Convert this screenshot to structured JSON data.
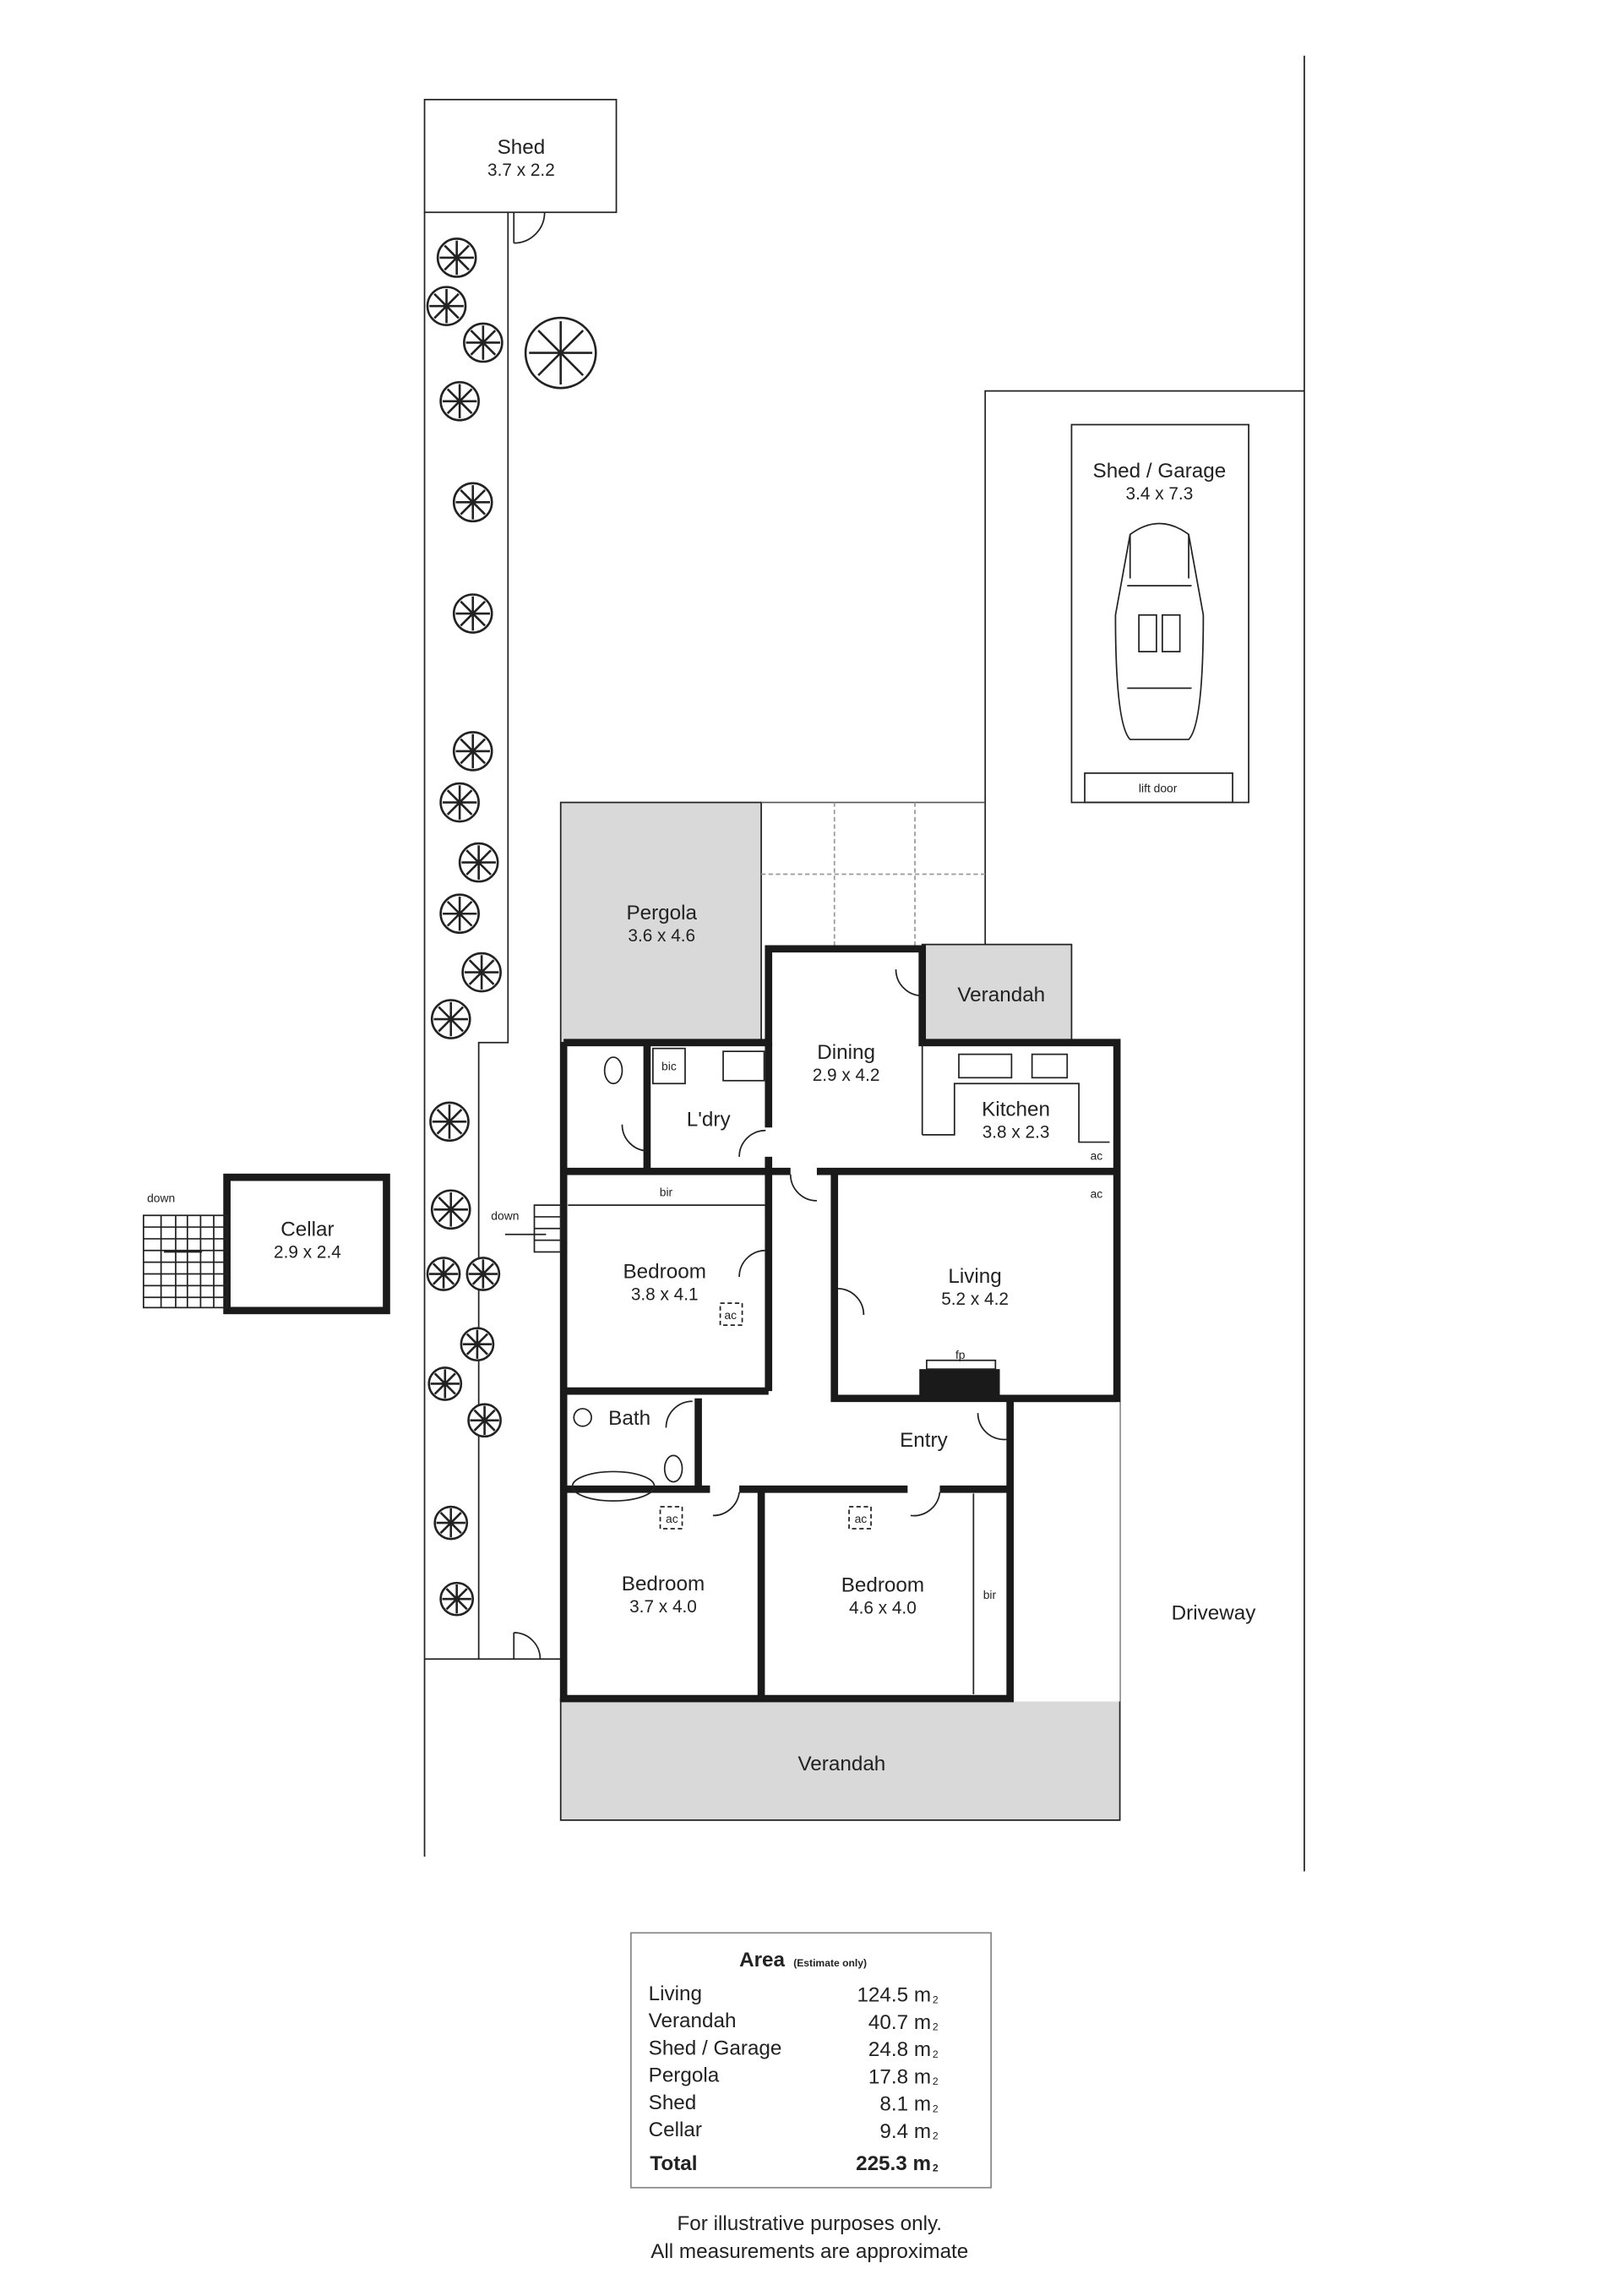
{
  "rooms": {
    "shed": {
      "name": "Shed",
      "dims": "3.7 x 2.2"
    },
    "shed_garage": {
      "name": "Shed / Garage",
      "dims": "3.4 x 7.3",
      "lift_door": "lift door"
    },
    "pergola": {
      "name": "Pergola",
      "dims": "3.6 x 4.6"
    },
    "verandah_rear": {
      "name": "Verandah"
    },
    "dining": {
      "name": "Dining",
      "dims": "2.9 x 4.2"
    },
    "kitchen": {
      "name": "Kitchen",
      "dims": "3.8 x 2.3",
      "ac": "ac"
    },
    "laundry": {
      "name": "L'dry",
      "bic": "bic"
    },
    "bedroom1": {
      "name": "Bedroom",
      "dims": "3.8 x 4.1",
      "bir": "bir",
      "ac": "ac"
    },
    "living": {
      "name": "Living",
      "dims": "5.2 x 4.2",
      "ac": "ac",
      "fp": "fp"
    },
    "bath": {
      "name": "Bath"
    },
    "entry": {
      "name": "Entry"
    },
    "bedroom2": {
      "name": "Bedroom",
      "dims": "3.7 x 4.0",
      "ac": "ac"
    },
    "bedroom3": {
      "name": "Bedroom",
      "dims": "4.6 x 4.0",
      "ac": "ac",
      "bir": "bir"
    },
    "verandah_front": {
      "name": "Verandah"
    },
    "cellar": {
      "name": "Cellar",
      "dims": "2.9 x 2.4",
      "stairs": "down"
    },
    "stairs_down": "down",
    "driveway": "Driveway"
  },
  "area_table": {
    "title": "Area",
    "subtitle": "(Estimate only)",
    "unit": "m",
    "unit_sub": "2",
    "rows": [
      {
        "label": "Living",
        "value": "124.5"
      },
      {
        "label": "Verandah",
        "value": "40.7"
      },
      {
        "label": "Shed / Garage",
        "value": "24.8"
      },
      {
        "label": "Pergola",
        "value": "17.8"
      },
      {
        "label": "Shed",
        "value": "8.1"
      },
      {
        "label": "Cellar",
        "value": "9.4"
      }
    ],
    "total_label": "Total",
    "total_value": "225.3"
  },
  "disclaimer": [
    "For illustrative purposes only.",
    "All measurements are approximate"
  ]
}
